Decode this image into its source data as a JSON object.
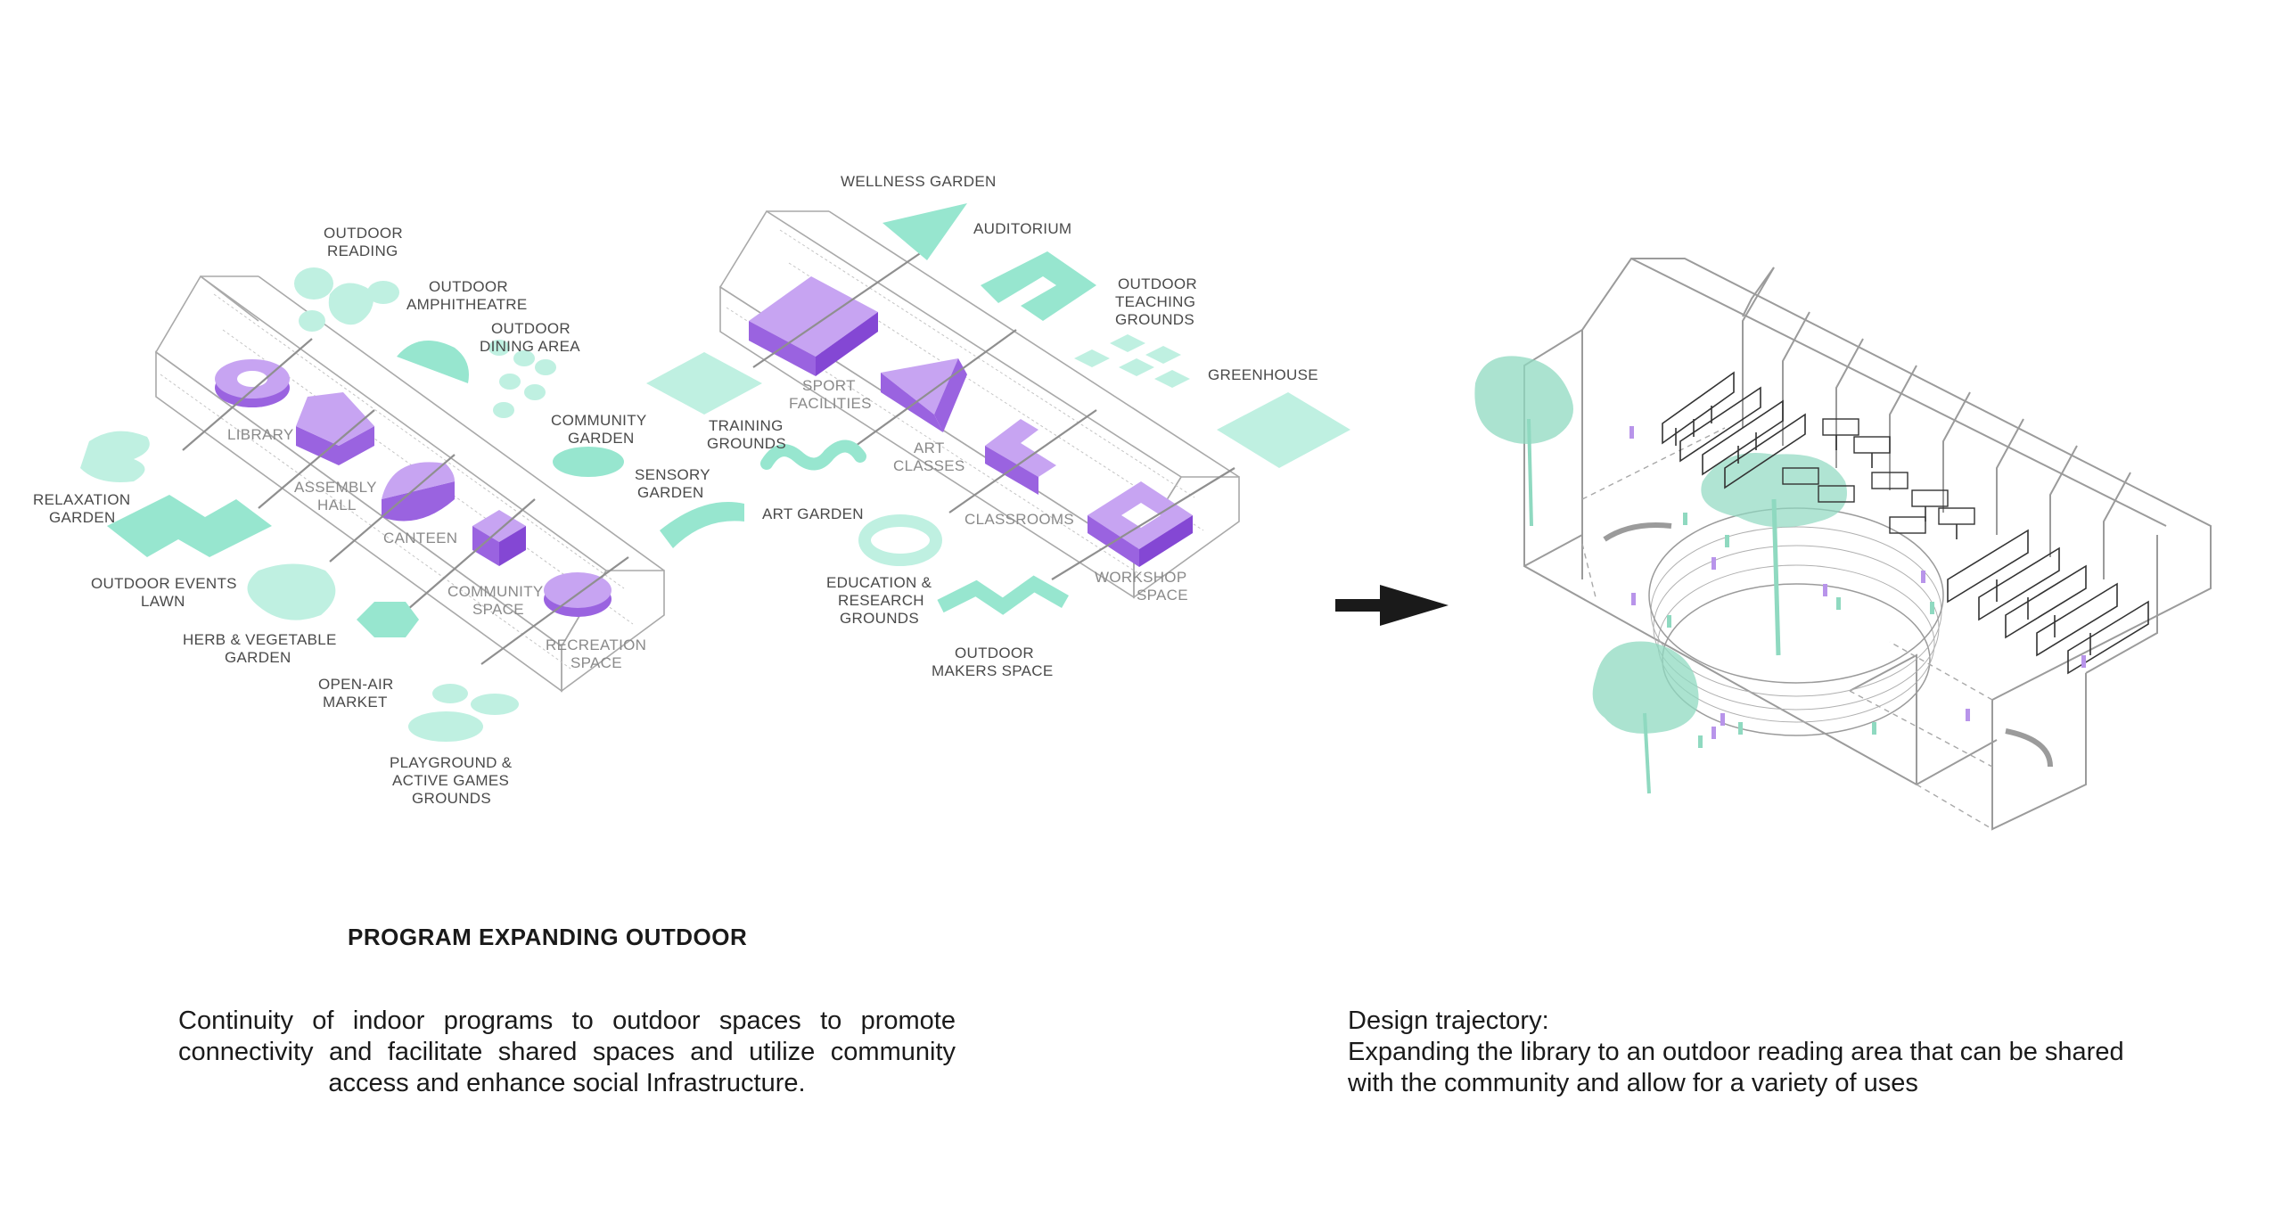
{
  "diagram": {
    "heading": "PROGRAM  EXPANDING OUTDOOR",
    "description_left": "Continuity of indoor programs to outdoor spaces to promote connectivity and facilitate shared spaces and utilize community access and enhance social Infrastructure.",
    "description_right_title": "Design trajectory:",
    "description_right_body": "Expanding the library to an outdoor reading area that can be shared with the community and allow for a variety of uses",
    "colors": {
      "indoor_program": "#b48af0",
      "outdoor_program": "#97e6cf",
      "frame": "#a9a9a9"
    },
    "left_model": {
      "indoor": {
        "library": "LIBRARY",
        "assembly1": "ASSEMBLY",
        "assembly2": "HALL",
        "canteen": "CANTEEN",
        "community1": "COMMUNITY",
        "community2": "SPACE",
        "recreation1": "RECREATION",
        "recreation2": "SPACE"
      },
      "outdoor": {
        "reading1": "OUTDOOR",
        "reading2": "READING",
        "amph1": "OUTDOOR",
        "amph2": "AMPHITHEATRE",
        "dining1": "OUTDOOR",
        "dining2": "DINING AREA",
        "garden1": "COMMUNITY",
        "garden2": "GARDEN",
        "sensory1": "SENSORY",
        "sensory2": "GARDEN",
        "relax1": "RELAXATION",
        "relax2": "GARDEN",
        "events1": "OUTDOOR EVENTS",
        "events2": "LAWN",
        "herb1": "HERB & VEGETABLE",
        "herb2": "GARDEN",
        "market1": "OPEN-AIR",
        "market2": "MARKET",
        "play1": "PLAYGROUND &",
        "play2": "ACTIVE GAMES",
        "play3": "GROUNDS"
      }
    },
    "right_model": {
      "indoor": {
        "sport1": "SPORT",
        "sport2": "FACILITIES",
        "art1": "ART",
        "art2": "CLASSES",
        "classrooms": "CLASSROOMS",
        "workshop1": "WORKSHOP",
        "workshop2": "SPACE"
      },
      "outdoor": {
        "wellness": "WELLNESS GARDEN",
        "auditorium": "AUDITORIUM",
        "teaching1": "OUTDOOR",
        "teaching2": "TEACHING",
        "teaching3": "GROUNDS",
        "greenhouse": "GREENHOUSE",
        "training1": "TRAINING",
        "training2": "GROUNDS",
        "artgarden": "ART GARDEN",
        "edu1": "EDUCATION &",
        "edu2": "RESEARCH",
        "edu3": "GROUNDS",
        "makers1": "OUTDOOR",
        "makers2": "MAKERS SPACE"
      }
    }
  }
}
